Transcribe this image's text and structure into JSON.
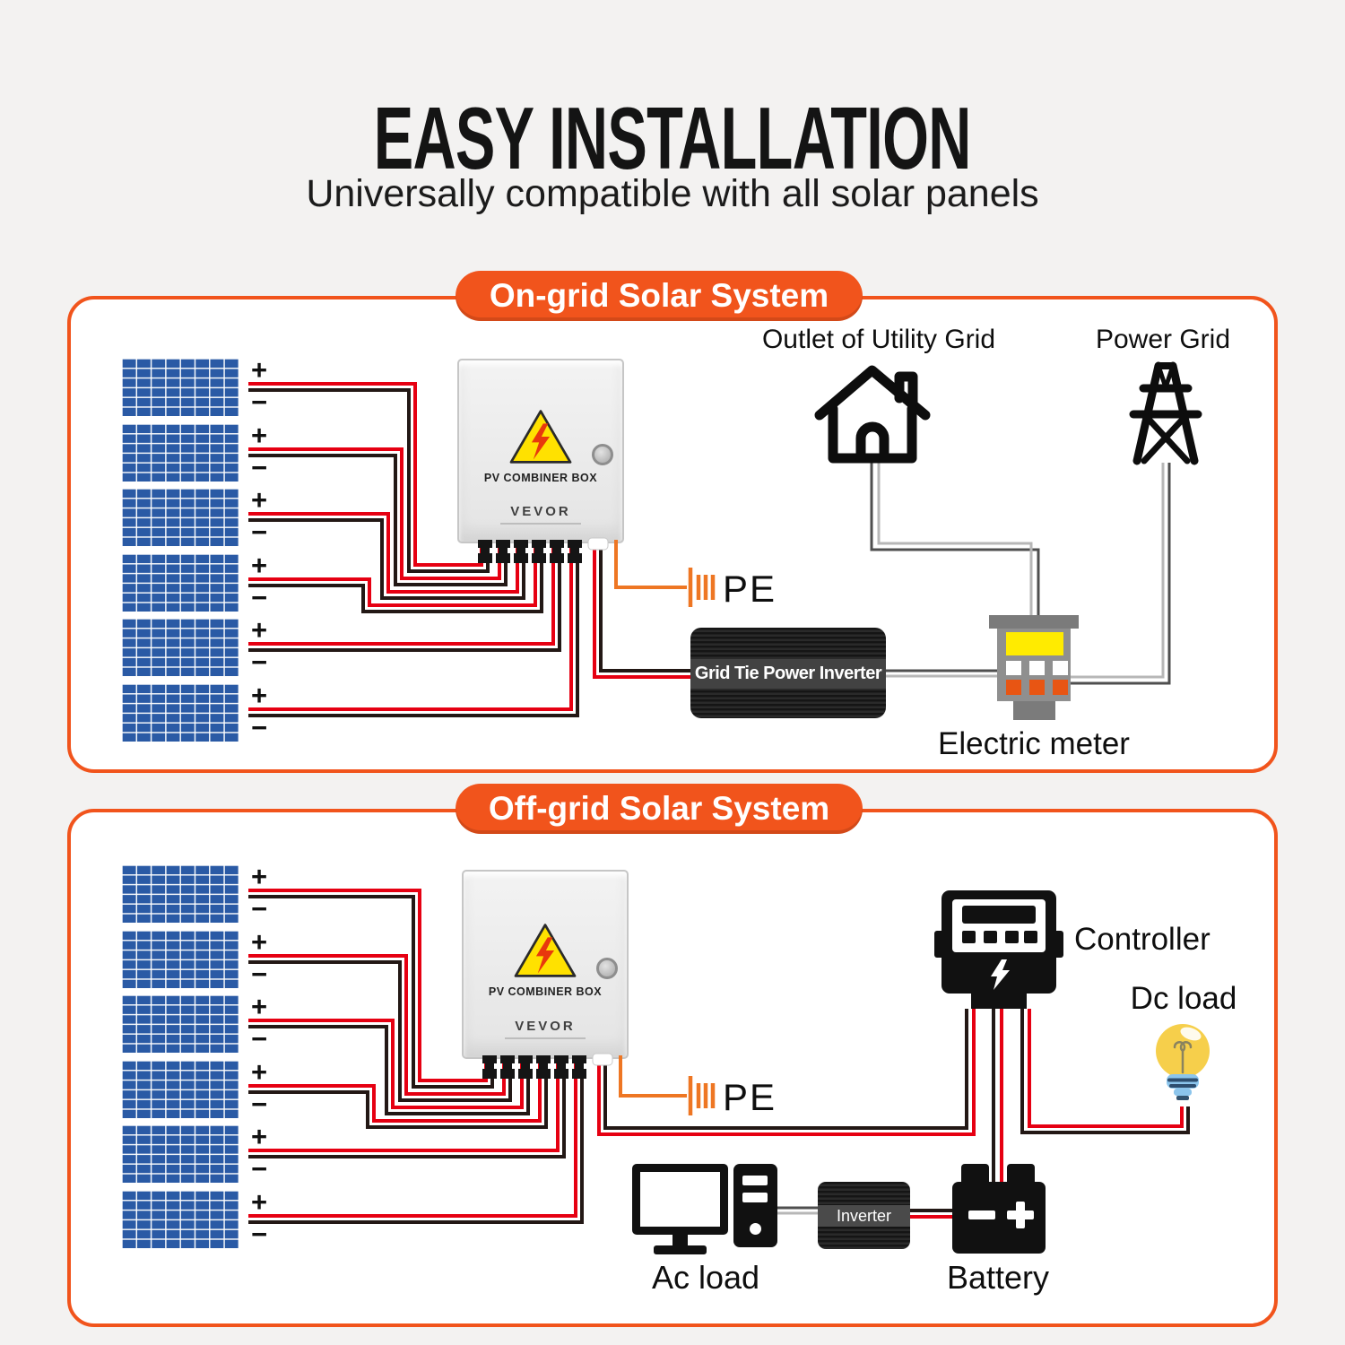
{
  "title": {
    "heading": "EASY INSTALLATION",
    "subheading": "Universally compatible with all solar panels"
  },
  "shared": {
    "plus": "+",
    "minus": "−",
    "combiner_box_label": "PV COMBINER BOX",
    "brand": "VEVOR",
    "pe_label": "PE",
    "panels_per_section": 6
  },
  "ongrid": {
    "header": "On-grid Solar System",
    "outlet_label": "Outlet of Utility Grid",
    "power_grid_label": "Power Grid",
    "inverter_label": "Grid Tie Power Inverter",
    "meter_label": "Electric meter"
  },
  "offgrid": {
    "header": "Off-grid Solar System",
    "controller_label": "Controller",
    "dc_load_label": "Dc load",
    "ac_load_label": "Ac load",
    "battery_label": "Battery",
    "inverter_label": "Inverter"
  },
  "colors": {
    "accent_orange": "#F1541C",
    "wire_red": "#E60012",
    "wire_black": "#231815",
    "wire_orange": "#EE7623",
    "panel_blue": "#2A5AA5",
    "warning_yellow": "#FFE100",
    "bolt_red": "#E8380D",
    "meter_yellow": "#FFEB00",
    "meter_orange": "#E85513",
    "bulb_yellow": "#F6CF4B",
    "bulb_base_blue": "#8CC5EC"
  }
}
